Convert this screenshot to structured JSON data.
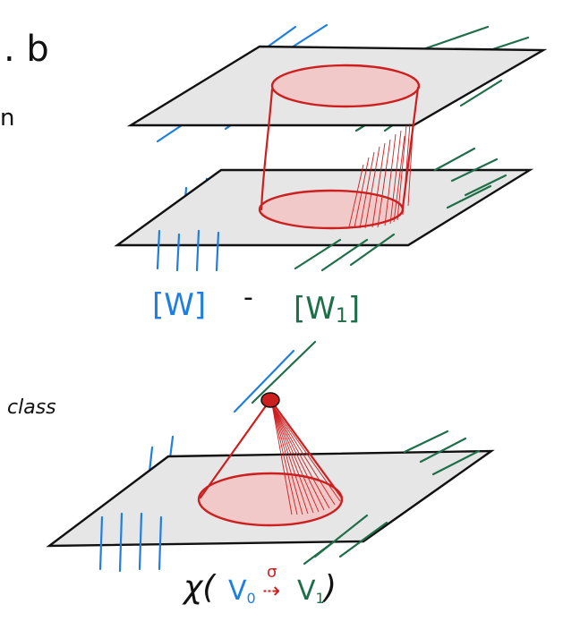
{
  "fragments": {
    "top_left_letter": ". b",
    "left_edge_letter": "n",
    "class_word": "class"
  },
  "labels": {
    "w": "[W]",
    "dash": "-",
    "w1": "[W",
    "w1_subscript": "1",
    "w1_close": "]",
    "chi": "χ(",
    "v0": "V",
    "v0_sub": "0",
    "sigma": "σ",
    "arrow": "⇢",
    "v1": "V",
    "v1_sub": "1",
    "close_paren": ")"
  },
  "colors": {
    "plane_fill": "#e6e6e6",
    "plane_stroke": "#111111",
    "blue": "#1f7fe0",
    "green": "#1f6e4a",
    "red": "#cc1f1f",
    "red_fill": "#f2c9c9",
    "ink": "#111111"
  }
}
